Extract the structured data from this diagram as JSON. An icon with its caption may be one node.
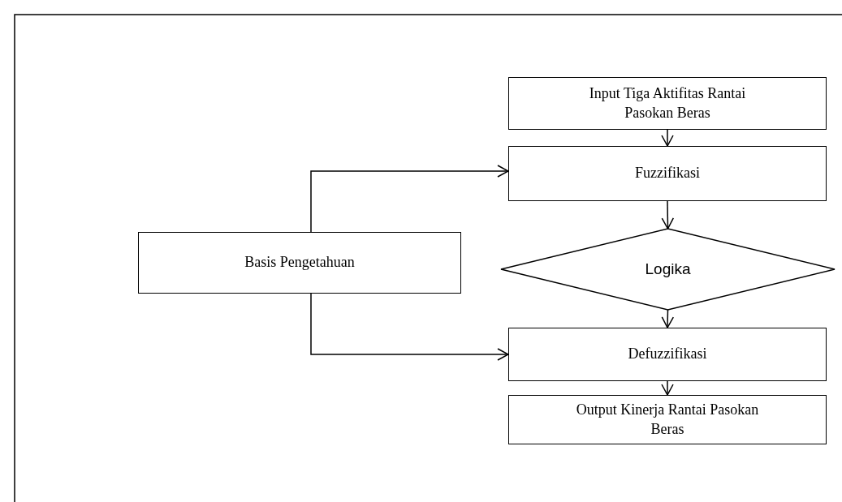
{
  "diagram": {
    "nodes": [
      {
        "text": [
          "Input Tiga Aktifitas Rantai Pasokan Beras"
        ]
      },
      {
        "text": [
          "Fuzzifikasi"
        ]
      },
      {
        "text": [
          "Logika"
        ]
      },
      {
        "text": [
          "Basis Pengetahuan"
        ]
      },
      {
        "text": [
          "Defuzzifikasi"
        ]
      },
      {
        "text": [
          "Output Kinerja Rantai Pasokan Beras"
        ]
      }
    ],
    "edges": [
      {
        "from": 0,
        "to": 1,
        "arrow": "to"
      },
      {
        "from": 1,
        "to": 2,
        "arrow": "to"
      },
      {
        "from": 2,
        "to": 4,
        "arrow": "to"
      },
      {
        "from": 4,
        "to": 5,
        "arrow": "to"
      },
      {
        "from": 3,
        "to": 1,
        "arrow": "to"
      },
      {
        "from": 3,
        "to": 4,
        "arrow": "to"
      }
    ]
  }
}
